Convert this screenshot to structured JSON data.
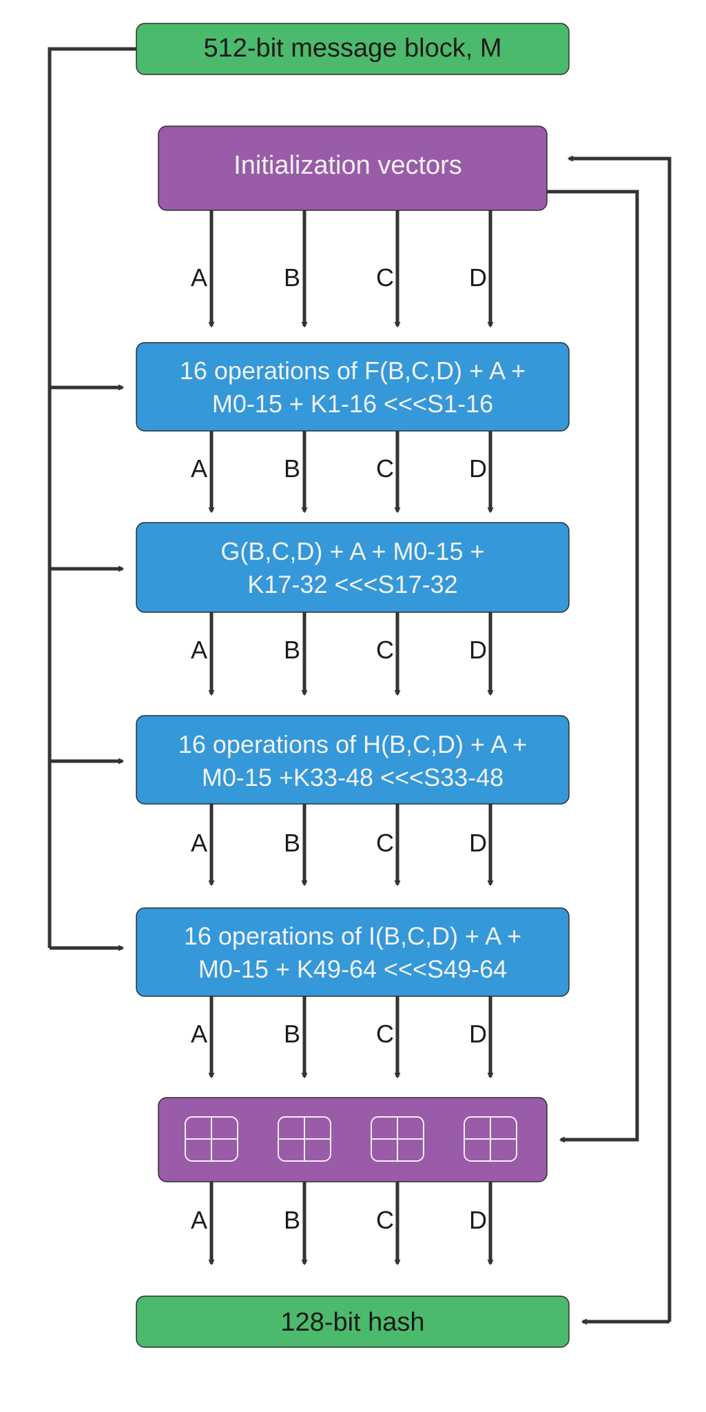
{
  "colors": {
    "green": "#4cba6c",
    "purple": "#9a5ba8",
    "blue": "#3498d9",
    "line": "#333333",
    "dark_text": "#1a1a1a",
    "light_text": "#f2f2f2"
  },
  "input": {
    "label": "512-bit message block, M"
  },
  "init": {
    "label": "Initialization vectors"
  },
  "rounds": [
    {
      "line1": "16 operations of F(B,C,D) + A +",
      "line2": "M0-15 + K1-16 <<<S1-16"
    },
    {
      "line1": "G(B,C,D) + A + M0-15 +",
      "line2": "K17-32 <<<S17-32"
    },
    {
      "line1": "16 operations of H(B,C,D) + A +",
      "line2": "M0-15 +K33-48 <<<S33-48"
    },
    {
      "line1": "16 operations of I(B,C,D) + A +",
      "line2": "M0-15 + K49-64 <<<S49-64"
    }
  ],
  "adders": {
    "icon": "grid-add-icon"
  },
  "output": {
    "label": "128-bit hash"
  },
  "channels": [
    "A",
    "B",
    "C",
    "D"
  ]
}
